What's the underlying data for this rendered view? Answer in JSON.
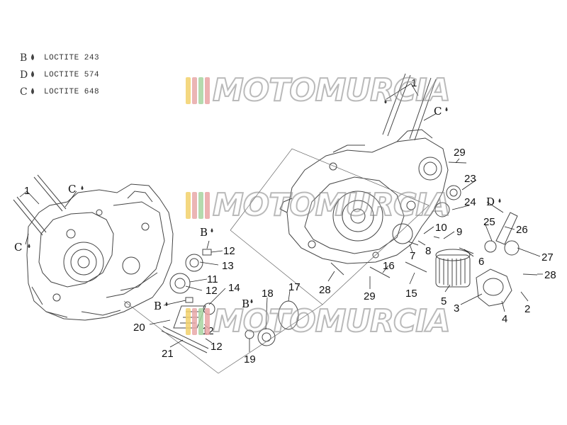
{
  "legend": [
    {
      "key": "B",
      "text": "LOCTITE 243"
    },
    {
      "key": "D",
      "text": "LOCTITE 574"
    },
    {
      "key": "C",
      "text": "LOCTITE 648"
    }
  ],
  "drop_symbol": "💧",
  "watermark": {
    "text": "MOTOMURCIA",
    "flag_colors": [
      "#f2d16b",
      "#e7a8a8",
      "#a7d3a0",
      "#e9a3a3"
    ]
  },
  "callouts": [
    {
      "id": "1-left",
      "label": "1"
    },
    {
      "id": "C-left-top",
      "label": "C"
    },
    {
      "id": "C-left-bottom",
      "label": "C"
    },
    {
      "id": "B-upper",
      "label": "B"
    },
    {
      "id": "12-a",
      "label": "12"
    },
    {
      "id": "13",
      "label": "13"
    },
    {
      "id": "11",
      "label": "11"
    },
    {
      "id": "12-b",
      "label": "12"
    },
    {
      "id": "14",
      "label": "14"
    },
    {
      "id": "B-lower",
      "label": "B"
    },
    {
      "id": "18",
      "label": "18"
    },
    {
      "id": "B-mid",
      "label": "B"
    },
    {
      "id": "17",
      "label": "17"
    },
    {
      "id": "20",
      "label": "20"
    },
    {
      "id": "12-c",
      "label": "12"
    },
    {
      "id": "12-d",
      "label": "12"
    },
    {
      "id": "21",
      "label": "21"
    },
    {
      "id": "19",
      "label": "19"
    },
    {
      "id": "1-right",
      "label": "1"
    },
    {
      "id": "C-right",
      "label": "C"
    },
    {
      "id": "29-top",
      "label": "29"
    },
    {
      "id": "23",
      "label": "23"
    },
    {
      "id": "24",
      "label": "24"
    },
    {
      "id": "D",
      "label": "D"
    },
    {
      "id": "25",
      "label": "25"
    },
    {
      "id": "26",
      "label": "26"
    },
    {
      "id": "10",
      "label": "10"
    },
    {
      "id": "9",
      "label": "9"
    },
    {
      "id": "8",
      "label": "8"
    },
    {
      "id": "7",
      "label": "7"
    },
    {
      "id": "6",
      "label": "6"
    },
    {
      "id": "27",
      "label": "27"
    },
    {
      "id": "28-right",
      "label": "28"
    },
    {
      "id": "16",
      "label": "16"
    },
    {
      "id": "28-left",
      "label": "28"
    },
    {
      "id": "29-bottom",
      "label": "29"
    },
    {
      "id": "15",
      "label": "15"
    },
    {
      "id": "5",
      "label": "5"
    },
    {
      "id": "3",
      "label": "3"
    },
    {
      "id": "4",
      "label": "4"
    },
    {
      "id": "2",
      "label": "2"
    }
  ]
}
